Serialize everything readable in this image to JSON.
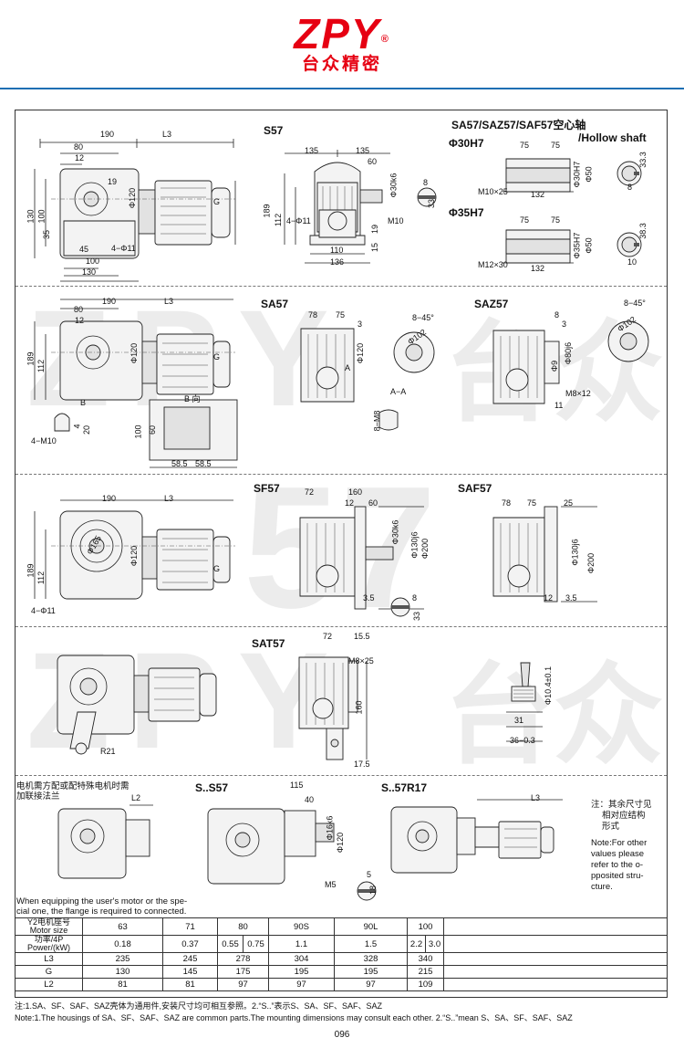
{
  "brand": {
    "name": "ZPY",
    "reg": "®",
    "subtitle": "台众精密"
  },
  "sections": {
    "s57": {
      "title": "S57",
      "left": [
        "190",
        "L3",
        "80",
        "12",
        "19",
        "130",
        "100",
        "35",
        "Φ120",
        "G",
        "45",
        "4−Φ11",
        "100",
        "130"
      ],
      "side": [
        "135",
        "135",
        "60",
        "Φ30k6",
        "8",
        "189",
        "112",
        "4−Φ11",
        "M10",
        "33",
        "110",
        "15",
        "19",
        "136"
      ]
    },
    "hollow": {
      "title": "SA57/SAZ57/SAF57空心轴",
      "title2": "/Hollow shaft",
      "d1": "Φ30H7",
      "d2": "Φ35H7",
      "r1": [
        "75",
        "75",
        "Φ30H7",
        "Φ50",
        "33.3",
        "M10×25",
        "132",
        "8"
      ],
      "r2": [
        "75",
        "75",
        "Φ35H7",
        "Φ50",
        "38.3",
        "M12×30",
        "132",
        "10"
      ]
    },
    "sa57": {
      "title": "SA57",
      "left": [
        "190",
        "L3",
        "80",
        "12",
        "189",
        "112",
        "Φ120",
        "G",
        "B",
        "B 向",
        "4−M10",
        "4",
        "20",
        "100",
        "60",
        "58.5",
        "58.5"
      ],
      "side": [
        "78",
        "75",
        "3",
        "Φ120",
        "8−45°",
        "Φ102",
        "A−A",
        "8−M8",
        "A"
      ]
    },
    "saz57": {
      "title": "SAZ57",
      "side": [
        "8",
        "3",
        "Φ80j6",
        "Φ9",
        "M8×12",
        "11",
        "8−45°",
        "Φ102"
      ]
    },
    "sf57": {
      "title": "SF57",
      "left": [
        "190",
        "L3",
        "Φ165",
        "189",
        "112",
        "Φ120",
        "G",
        "4−Φ11"
      ],
      "side": [
        "72",
        "160",
        "12",
        "60",
        "Φ30k6",
        "Φ130j6",
        "Φ200",
        "3.5",
        "8",
        "33"
      ]
    },
    "saf57": {
      "title": "SAF57",
      "side": [
        "78",
        "75",
        "25",
        "Φ130j6",
        "Φ200",
        "12",
        "3.5"
      ]
    },
    "sat57": {
      "title": "SAT57",
      "left": [
        "R21"
      ],
      "side": [
        "72",
        "15.5",
        "M8×25",
        "160",
        "17.5"
      ],
      "right": [
        "Φ10.4±0.1",
        "31",
        "36−0.3"
      ]
    },
    "flange": {
      "cn1": "电机需方配或配特殊电机时需",
      "cn2": "加联接法兰",
      "l2": "L2",
      "en": [
        "When equipping the user's motor or the spe-",
        "cial one, the flange is required to connected."
      ]
    },
    "s_s57": {
      "title": "S..S57",
      "dims": [
        "115",
        "40",
        "Φ16k6",
        "Φ120",
        "M5",
        "5",
        "18"
      ]
    },
    "s_57r17": {
      "title": "S..57R17",
      "dims": [
        "L3"
      ]
    },
    "side_note": {
      "cn": [
        "注：其余尺寸见",
        "相对应结构",
        "形式"
      ],
      "en": [
        "Note:For other",
        "values please",
        "refer to the o-",
        "pposited stru-",
        "cture."
      ]
    }
  },
  "table": {
    "r1_label": [
      "Y2电机座号",
      "Motor size"
    ],
    "r1": [
      "63",
      "71",
      "80",
      "90S",
      "90L",
      "100"
    ],
    "r2_label": [
      "功率/4P",
      "Power/(kW)"
    ],
    "r2": [
      "0.18",
      "0.37",
      "0.55",
      "0.75",
      "1.1",
      "1.5",
      "2.2",
      "3.0"
    ],
    "r3": {
      "label": "L3",
      "values": [
        "235",
        "245",
        "278",
        "304",
        "328",
        "340"
      ]
    },
    "r4": {
      "label": "G",
      "values": [
        "130",
        "145",
        "175",
        "195",
        "195",
        "215"
      ]
    },
    "r5": {
      "label": "L2",
      "values": [
        "81",
        "81",
        "97",
        "97",
        "97",
        "109"
      ]
    }
  },
  "notes": {
    "cn": "注:1.SA、SF、SAF、SAZ壳体为通用件,安装尺寸均可相互参照。2.“S..”表示S、SA、SF、SAF、SAZ",
    "en": "Note:1.The housings of SA、SF、SAF、SAZ are common parts.The mounting dimensions may consult each other. 2.“S..”mean S、SA、SF、SAF、SAZ"
  },
  "page": "096",
  "colors": {
    "brand_red": "#e60012",
    "rule_blue": "#1e6fb3"
  }
}
